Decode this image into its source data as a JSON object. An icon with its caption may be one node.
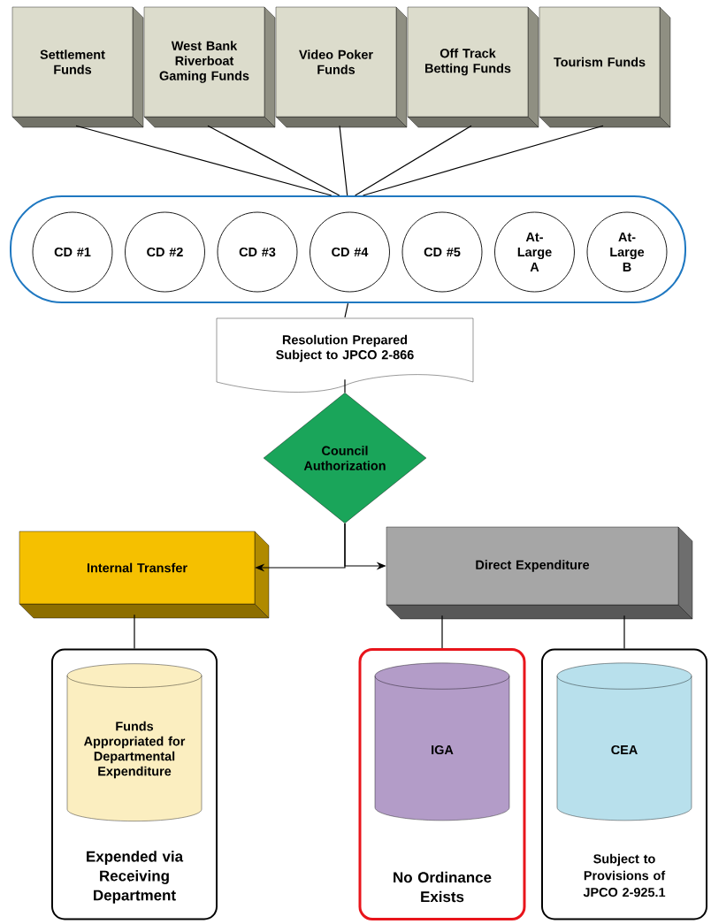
{
  "diagram": {
    "nodes": [
      {
        "text": [
          "Settlement Funds"
        ]
      },
      {
        "text": [
          "West Bank Riverboat Gaming Funds"
        ]
      },
      {
        "text": [
          "Video Poker Funds"
        ]
      },
      {
        "text": [
          "Off Track Betting Funds"
        ]
      },
      {
        "text": [
          "Tourism Funds"
        ]
      },
      {
        "text": [],
        "shape": "box"
      },
      {
        "text": [
          "CD #1"
        ],
        "in": 5
      },
      {
        "text": [
          "CD #2"
        ],
        "in": 5
      },
      {
        "text": [
          "CD #3"
        ],
        "in": 5
      },
      {
        "text": [
          "CD #4"
        ],
        "in": 5
      },
      {
        "text": [
          "CD #5"
        ],
        "in": 5
      },
      {
        "text": [
          "At-Large A"
        ],
        "in": 5
      },
      {
        "text": [
          "At-Large B"
        ],
        "in": 5
      },
      {
        "text": [
          "Resolution Prepared Subject to JPCO 2-866"
        ]
      },
      {
        "text": [
          "Council Authorization"
        ]
      },
      {
        "text": [
          "Internal Transfer"
        ]
      },
      {
        "text": [
          "Direct Expenditure"
        ]
      },
      {
        "text": [
          "Expended via Receiving Department"
        ]
      },
      {
        "text": [
          "Funds Appropriated for Departmental Expenditure"
        ],
        "in": 17
      },
      {
        "text": [
          "No Ordinance Exists"
        ]
      },
      {
        "text": [
          "IGA"
        ],
        "in": 19
      },
      {
        "text": [
          "Subject to Provisions of JPCO 2-925.1"
        ]
      },
      {
        "text": [
          "CEA"
        ],
        "in": 21
      }
    ],
    "edges": [
      {
        "from": 0,
        "to": 5,
        "arrow": "none"
      },
      {
        "from": 1,
        "to": 5,
        "arrow": "none"
      },
      {
        "from": 2,
        "to": 5,
        "arrow": "none"
      },
      {
        "from": 3,
        "to": 5,
        "arrow": "none"
      },
      {
        "from": 4,
        "to": 5,
        "arrow": "none"
      },
      {
        "from": 5,
        "to": 13,
        "arrow": "none"
      },
      {
        "from": 13,
        "to": 14,
        "arrow": "none"
      },
      {
        "from": 14,
        "to": 15,
        "arrow": "to"
      },
      {
        "from": 14,
        "to": 16,
        "arrow": "to"
      },
      {
        "from": 15,
        "to": 17,
        "arrow": "none"
      },
      {
        "from": 16,
        "to": 19,
        "arrow": "none"
      },
      {
        "from": 16,
        "to": 21,
        "arrow": "none"
      }
    ]
  }
}
